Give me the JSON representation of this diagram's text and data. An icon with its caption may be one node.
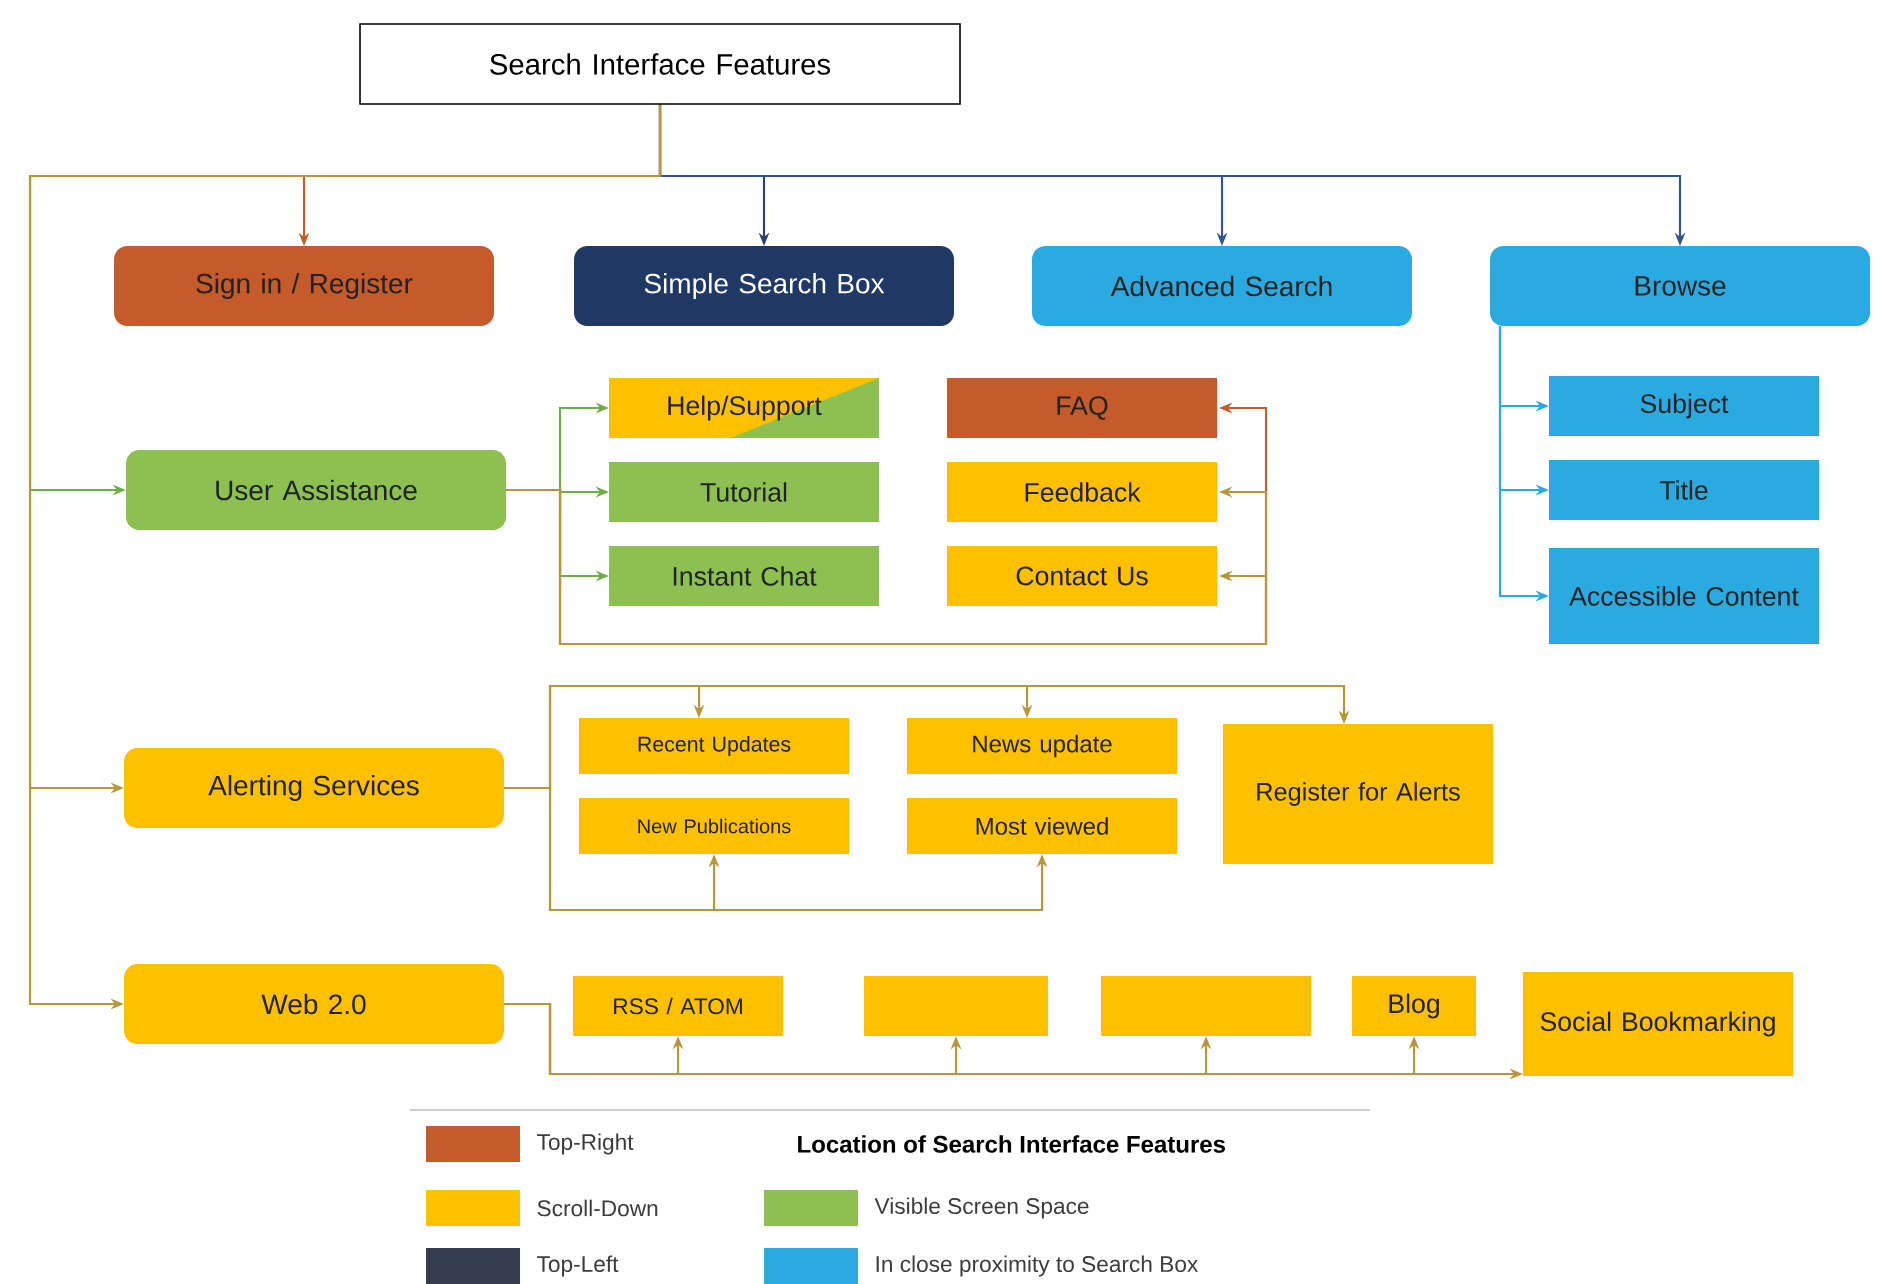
{
  "diagram": {
    "nodes": [
      {
        "text": [
          "Search Interface Features"
        ]
      },
      {
        "text": [
          "Sign in / Register"
        ]
      },
      {
        "text": [
          "Simple Search Box"
        ]
      },
      {
        "text": [
          "Advanced Search"
        ]
      },
      {
        "text": [
          "Browse"
        ]
      },
      {
        "text": [
          "User Assistance"
        ]
      },
      {
        "text": [
          "Help/Support"
        ]
      },
      {
        "text": [
          "FAQ"
        ]
      },
      {
        "text": [
          "Tutorial"
        ]
      },
      {
        "text": [
          "Feedback"
        ]
      },
      {
        "text": [
          "Instant Chat"
        ]
      },
      {
        "text": [
          "Contact Us"
        ]
      },
      {
        "text": [
          "Subject"
        ]
      },
      {
        "text": [
          "Title"
        ]
      },
      {
        "text": [
          "Accessible Content"
        ]
      },
      {
        "text": [
          "Alerting Services"
        ]
      },
      {
        "text": [
          "Recent Updates"
        ]
      },
      {
        "text": [
          "News update"
        ]
      },
      {
        "text": [
          "Register for Alerts"
        ]
      },
      {
        "text": [
          "New Publications"
        ]
      },
      {
        "text": [
          "Most viewed"
        ]
      },
      {
        "text": [
          "Web 2.0"
        ]
      },
      {
        "text": [
          "RSS / ATOM"
        ]
      },
      {
        "text": [],
        "shape": "box"
      },
      {
        "text": [],
        "shape": "box"
      },
      {
        "text": [
          "Blog"
        ]
      },
      {
        "text": [
          "Social Bookmarking"
        ]
      }
    ],
    "edges": [
      {
        "from": 0,
        "to": 1,
        "arrow": "to",
        "color": "#c55a2b"
      },
      {
        "from": 0,
        "to": 2,
        "arrow": "to",
        "color": "#2f3f6b"
      },
      {
        "from": 0,
        "to": 3,
        "arrow": "to",
        "color": "#2f5597"
      },
      {
        "from": 0,
        "to": 4,
        "arrow": "to",
        "color": "#2f5597"
      },
      {
        "from": 0,
        "to": 5,
        "arrow": "to",
        "color": "#70ad47"
      },
      {
        "from": 0,
        "to": 15,
        "arrow": "to"
      },
      {
        "from": 0,
        "to": 21,
        "arrow": "to"
      },
      {
        "from": 5,
        "to": 6,
        "arrow": "to",
        "color": "#70ad47"
      },
      {
        "from": 5,
        "to": 8,
        "arrow": "to",
        "color": "#70ad47"
      },
      {
        "from": 5,
        "to": 10,
        "arrow": "to",
        "color": "#70ad47"
      },
      {
        "from": 5,
        "to": 7,
        "arrow": "to",
        "color": "#c55a2b"
      },
      {
        "from": 5,
        "to": 9,
        "arrow": "to"
      },
      {
        "from": 5,
        "to": 11,
        "arrow": "to"
      },
      {
        "from": 4,
        "to": 12,
        "arrow": "to",
        "color": "#29abe2"
      },
      {
        "from": 4,
        "to": 13,
        "arrow": "to",
        "color": "#29abe2"
      },
      {
        "from": 4,
        "to": 14,
        "arrow": "to",
        "color": "#29abe2"
      },
      {
        "from": 15,
        "to": 16,
        "arrow": "to"
      },
      {
        "from": 15,
        "to": 17,
        "arrow": "to"
      },
      {
        "from": 15,
        "to": 18,
        "arrow": "to"
      },
      {
        "from": 15,
        "to": 19,
        "arrow": "to"
      },
      {
        "from": 15,
        "to": 20,
        "arrow": "to"
      },
      {
        "from": 21,
        "to": 22,
        "arrow": "to"
      },
      {
        "from": 21,
        "to": 23,
        "arrow": "to"
      },
      {
        "from": 21,
        "to": 24,
        "arrow": "to"
      },
      {
        "from": 21,
        "to": 25,
        "arrow": "to"
      },
      {
        "from": 21,
        "to": 26,
        "arrow": "to"
      }
    ],
    "labels": [
      "Location of Search Interface Features"
    ],
    "legend": [
      {
        "text": "Top-Right",
        "color": "#c55a2b"
      },
      {
        "text": "Scroll-Down",
        "color": "#ffc000"
      },
      {
        "text": "Top-Left",
        "color": "#333f50"
      },
      {
        "text": "Visible Screen Space",
        "color": "#8cc152"
      },
      {
        "text": "In close proximity to Search Box",
        "color": "#29abe2"
      }
    ]
  }
}
